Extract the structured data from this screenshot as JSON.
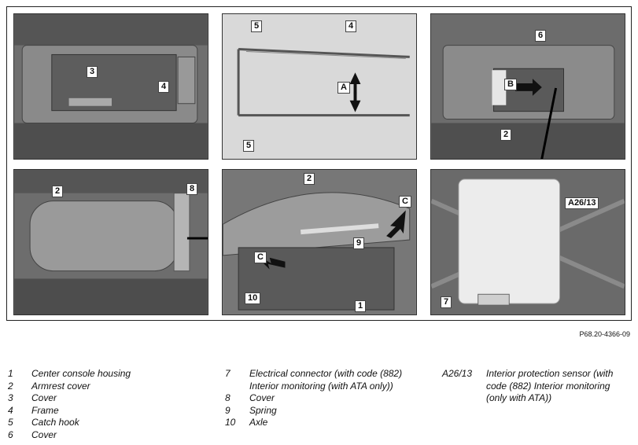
{
  "figure": {
    "figure_id": "P68.20-4366-09",
    "panels": [
      {
        "id": "p1",
        "callouts": [
          "3",
          "4"
        ]
      },
      {
        "id": "p2",
        "callouts": [
          "5",
          "4",
          "A",
          "5"
        ]
      },
      {
        "id": "p3",
        "callouts": [
          "6",
          "B",
          "2"
        ]
      },
      {
        "id": "p4",
        "callouts": [
          "2",
          "8"
        ]
      },
      {
        "id": "p5",
        "callouts": [
          "2",
          "C",
          "9",
          "C",
          "10",
          "1"
        ]
      },
      {
        "id": "p6",
        "callouts": [
          "A26/13",
          "7"
        ]
      }
    ]
  },
  "legend": {
    "col1": [
      {
        "num": "1",
        "text": "Center console housing"
      },
      {
        "num": "2",
        "text": "Armrest cover"
      },
      {
        "num": "3",
        "text": "Cover"
      },
      {
        "num": "4",
        "text": "Frame"
      },
      {
        "num": "5",
        "text": "Catch hook"
      },
      {
        "num": "6",
        "text": "Cover"
      }
    ],
    "col2": [
      {
        "num": "7",
        "text": "Electrical connector (with code (882) Interior monitoring (with ATA only))"
      },
      {
        "num": "8",
        "text": "Cover"
      },
      {
        "num": "9",
        "text": "Spring"
      },
      {
        "num": "10",
        "text": "Axle"
      }
    ],
    "col3": [
      {
        "num": "A26/13",
        "text": "Interior protection sensor (with code (882) Interior monitoring (only with ATA))"
      }
    ]
  }
}
